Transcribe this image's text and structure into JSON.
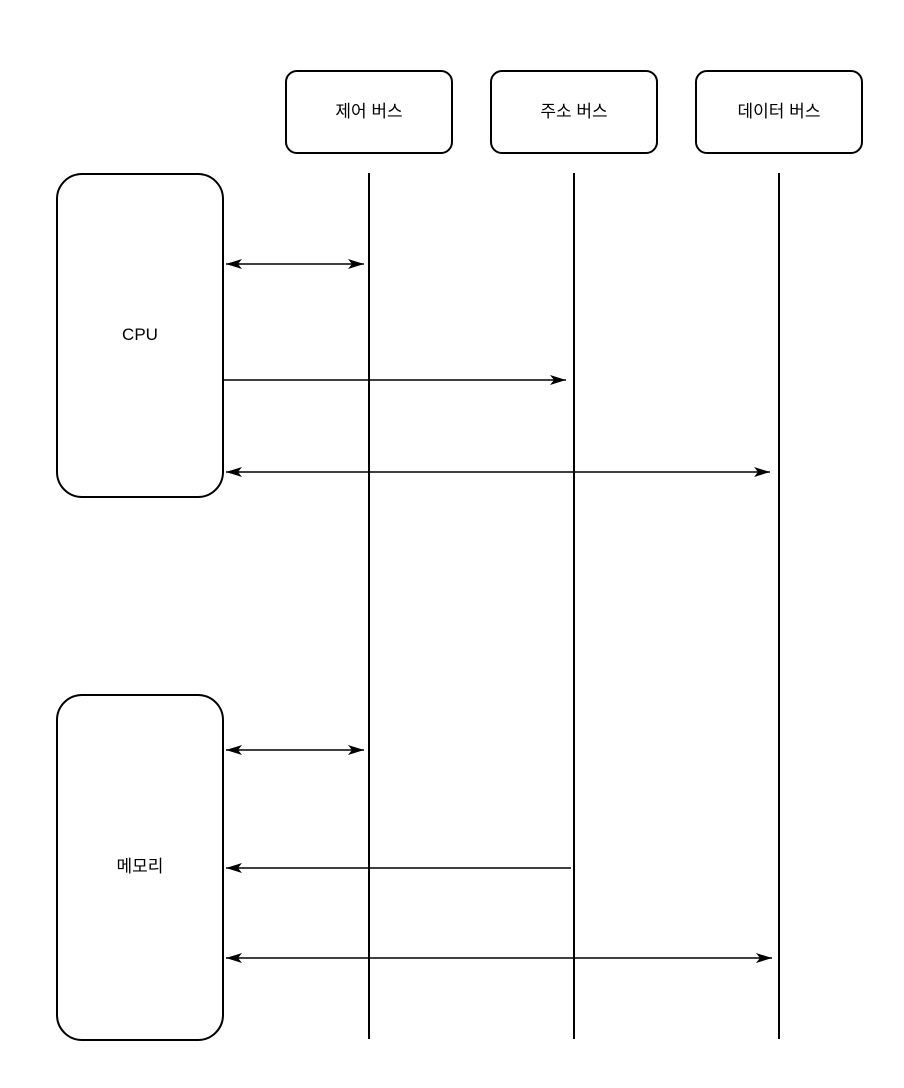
{
  "diagram": {
    "nodes": {
      "control_bus": {
        "label": "제어 버스",
        "type": "bus"
      },
      "address_bus": {
        "label": "주소 버스",
        "type": "bus"
      },
      "data_bus": {
        "label": "데이터 버스",
        "type": "bus"
      },
      "cpu": {
        "label": "CPU",
        "type": "device"
      },
      "memory": {
        "label": "메모리",
        "type": "device"
      }
    },
    "connections": [
      {
        "from": "CPU",
        "to": "제어 버스",
        "direction": "bidirectional"
      },
      {
        "from": "CPU",
        "to": "주소 버스",
        "direction": "one-way-to-bus"
      },
      {
        "from": "CPU",
        "to": "데이터 버스",
        "direction": "bidirectional"
      },
      {
        "from": "메모리",
        "to": "제어 버스",
        "direction": "bidirectional"
      },
      {
        "from": "주소 버스",
        "to": "메모리",
        "direction": "one-way-to-memory"
      },
      {
        "from": "메모리",
        "to": "데이터 버스",
        "direction": "bidirectional"
      }
    ],
    "colors": {
      "stroke": "#000000",
      "node_fill": "#ffffff",
      "background": "#ffffff"
    }
  }
}
